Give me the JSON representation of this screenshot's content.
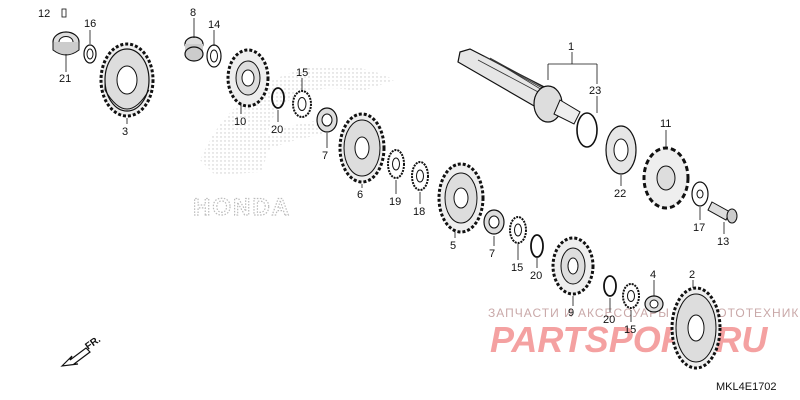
{
  "diagram": {
    "watermark": {
      "logo_text": "HONDA",
      "shop_text": "ЗАПЧАСТИ И АКСЕССУАРЫ ДЛЯ МОТОТЕХНИКИ",
      "brand_text": "PARTSPORT.RU"
    },
    "direction_label": "FR.",
    "drawing_code": "MKL4E1702",
    "callouts": [
      "12",
      "16",
      "21",
      "3",
      "8",
      "14",
      "10",
      "15",
      "20",
      "7",
      "6",
      "19",
      "18",
      "5",
      "1",
      "23",
      "22",
      "11",
      "17",
      "13",
      "2",
      "4",
      "9"
    ]
  }
}
